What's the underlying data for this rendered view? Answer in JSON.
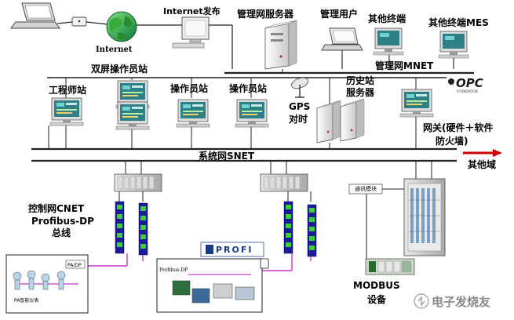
{
  "labels": {
    "internet": "Internet",
    "internet_publish": "Internet发布",
    "mgmt_server": "管理网服务器",
    "mgmt_user": "管理用户",
    "other_terminal": "其他终端",
    "other_terminal_mes": "其他终端MES",
    "mgmt_net": "管理网MNET",
    "dual_screen_station": "双屏操作员站",
    "engineer_station": "工程师站",
    "operator_station_1": "操作员站",
    "operator_station_2": "操作员站",
    "history_server_1": "历史站",
    "history_server_2": "服务器",
    "gps_1": "GPS",
    "gps_2": "对时",
    "gateway_1": "网关(硬件＋软件",
    "gateway_2": "防火墙)",
    "system_net": "系统网SNET",
    "other_domain": "其他域",
    "control_net_1": "控制网CNET",
    "control_net_2": "Profibus-DP",
    "control_net_3": "总线",
    "comm_module": "通讯模块",
    "modbus_1": "MODBUS",
    "modbus_2": "设备",
    "pa_dp": "PA/DP",
    "pa_instrument": "PA智能仪表",
    "profibus_dp_small": "Profibus-DP",
    "profibus_logo": "PROFI",
    "opc_logo": "OPC",
    "opc_sub": "FOUNDATION",
    "watermark": "电子发烧友"
  },
  "colors": {
    "network_line": "#222222",
    "pink_bus": "#cc33cc",
    "arrow_red": "#cc0000",
    "screen_teal": "#2f7f86"
  }
}
